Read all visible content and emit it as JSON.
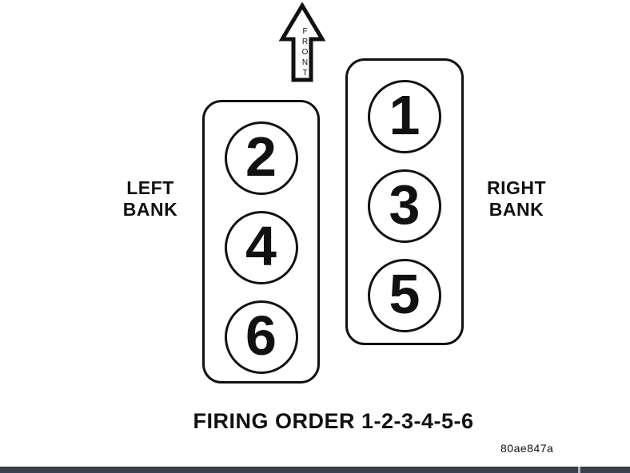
{
  "diagram": {
    "arrow": {
      "label": "FRONT"
    },
    "left_bank": {
      "label": "LEFT\nBANK",
      "cylinders": [
        "2",
        "4",
        "6"
      ]
    },
    "right_bank": {
      "label": "RIGHT\nBANK",
      "cylinders": [
        "1",
        "3",
        "5"
      ]
    },
    "firing_order": "FIRING ORDER 1-2-3-4-5-6",
    "figure_code": "80ae847a",
    "colors": {
      "ink": "#111111",
      "bottom_bar": "#3a414a"
    }
  }
}
